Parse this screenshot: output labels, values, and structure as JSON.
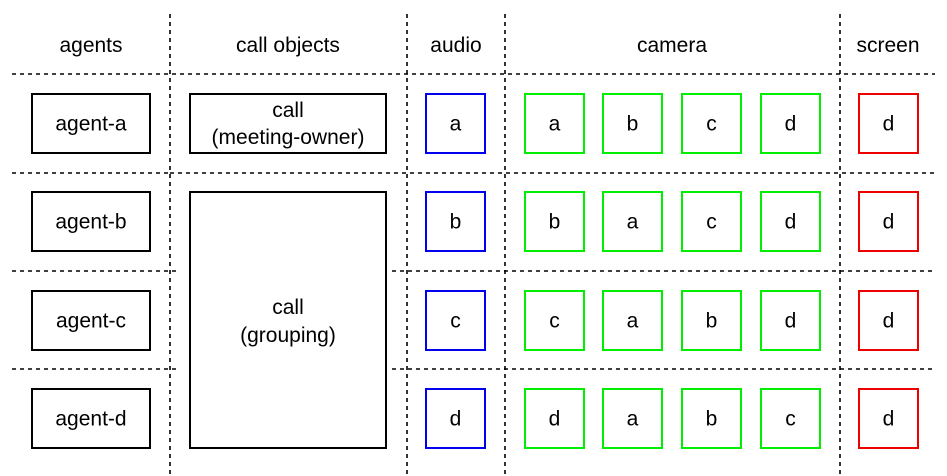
{
  "headers": {
    "agents": "agents",
    "call_objects": "call objects",
    "audio": "audio",
    "camera": "camera",
    "screen": "screen"
  },
  "rows": [
    {
      "agent": "agent-a",
      "audio": "a",
      "camera": [
        "a",
        "b",
        "c",
        "d"
      ],
      "screen": "d"
    },
    {
      "agent": "agent-b",
      "audio": "b",
      "camera": [
        "b",
        "a",
        "c",
        "d"
      ],
      "screen": "d"
    },
    {
      "agent": "agent-c",
      "audio": "c",
      "camera": [
        "c",
        "a",
        "b",
        "d"
      ],
      "screen": "d"
    },
    {
      "agent": "agent-d",
      "audio": "d",
      "camera": [
        "d",
        "a",
        "b",
        "c"
      ],
      "screen": "d"
    }
  ],
  "call_objects": {
    "meeting_owner": {
      "line1": "call",
      "line2": "(meeting-owner)"
    },
    "grouping": {
      "line1": "call",
      "line2": "(grouping)"
    }
  },
  "colors": {
    "audio": "#0000ee",
    "camera": "#00ee00",
    "screen": "#ee0000",
    "default": "#000000",
    "dashed": "#000000"
  }
}
